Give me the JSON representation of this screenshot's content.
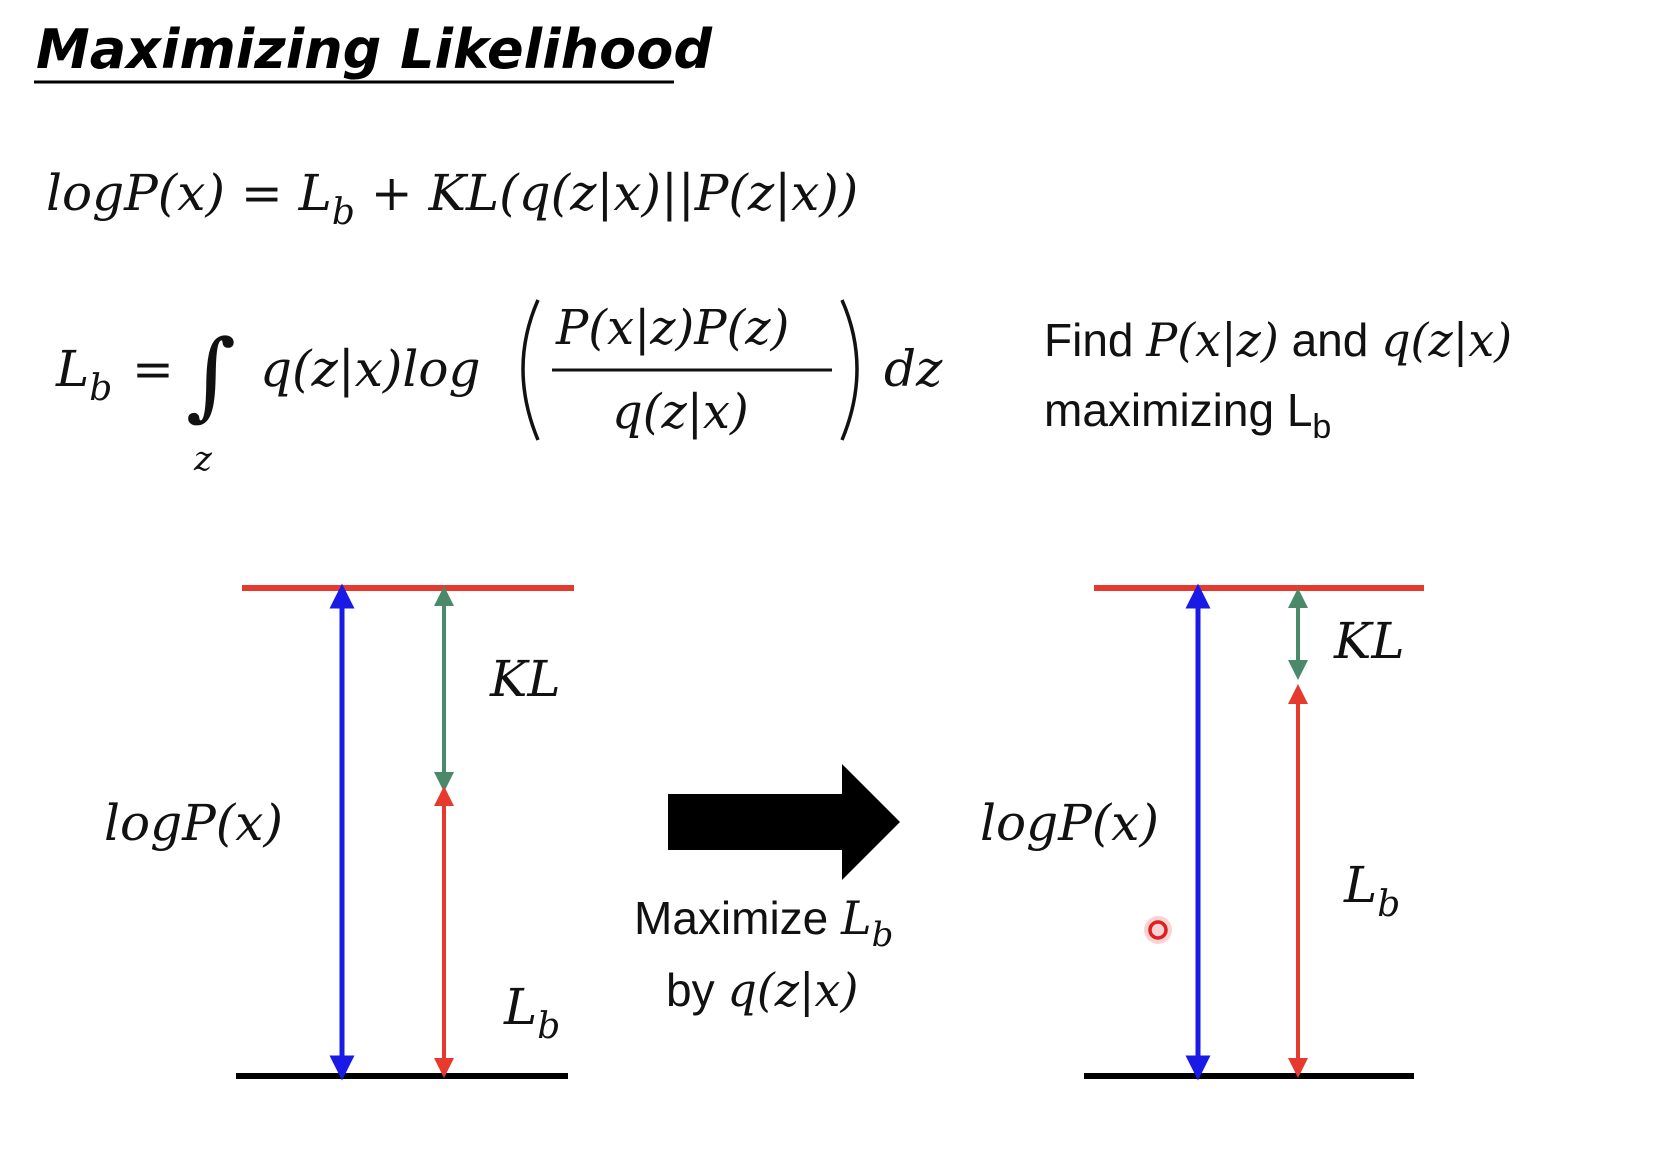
{
  "slide": {
    "title": "Maximizing Likelihood"
  },
  "eq1": {
    "lhs": "logP(x) = L",
    "sub": "b",
    "rhs": " + KL(q(z|x)||P(z|x))"
  },
  "eq2": {
    "lhs": "L",
    "lhs_sub": "b",
    "equals": "=",
    "integral": "∫",
    "integral_var": "z",
    "integrand": "q(z|x)log",
    "numerator": "P(x|z)P(z)",
    "denominator": "q(z|x)",
    "dz": "dz"
  },
  "note": {
    "find": "Find ",
    "pxz": "P(x|z)",
    "and": " and ",
    "qzx": "q(z|x)",
    "maximizing": "maximizing L",
    "sub": "b"
  },
  "left_diagram": {
    "kl_label": "KL",
    "lb_label": "L",
    "lb_sub": "b",
    "logp_label": "logP(x)"
  },
  "middle": {
    "line1": "Maximize ",
    "line1_math": "L",
    "line1_sub": "b",
    "line2": "by ",
    "line2_math": "q(z|x)"
  },
  "right_diagram": {
    "kl_label": "KL",
    "lb_label": "L",
    "lb_sub": "b",
    "logp_label": "logP(x)"
  },
  "colors": {
    "red": "#e63a2e",
    "blue": "#1a1ae6",
    "green": "#4a8a6a",
    "black": "#000000",
    "cursor": "#e02020"
  }
}
